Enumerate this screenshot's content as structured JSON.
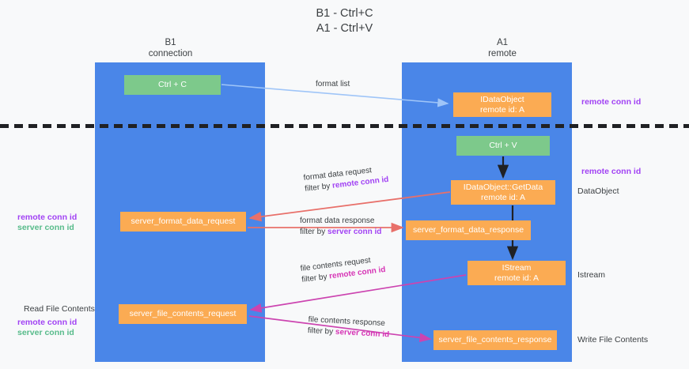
{
  "title": {
    "line1": "B1 - Ctrl+C",
    "line2": "A1 - Ctrl+V"
  },
  "columns": [
    {
      "name": "b1",
      "line1": "B1",
      "line2": "connection"
    },
    {
      "name": "a1",
      "line1": "A1",
      "line2": "remote"
    }
  ],
  "nodes": {
    "ctrl_c": {
      "line1": "Ctrl + C",
      "line2": ""
    },
    "ctrl_v": {
      "line1": "Ctrl + V",
      "line2": ""
    },
    "idataobject": {
      "line1": "IDataObject",
      "line2": "remote id: A"
    },
    "getdata": {
      "line1": "IDataObject::GetData",
      "line2": "remote id: A"
    },
    "istream": {
      "line1": "IStream",
      "line2": "remote id: A"
    },
    "server_format_data_request": {
      "line1": "server_format_data_request",
      "line2": ""
    },
    "server_format_data_response": {
      "line1": "server_format_data_response",
      "line2": ""
    },
    "server_file_contents_request": {
      "line1": "server_file_contents_request",
      "line2": ""
    },
    "server_file_contents_response": {
      "line1": "server_file_contents_response",
      "line2": ""
    }
  },
  "edge_labels": {
    "format_list": "format list",
    "format_data_request": "format data request",
    "format_data_request_filter_prefix": "filter by ",
    "format_data_request_filter_key": "remote conn id",
    "format_data_response": "format data response",
    "format_data_response_filter_prefix": "filter by ",
    "format_data_response_filter_key": "server conn id",
    "file_contents_request": "file contents request",
    "file_contents_request_filter_prefix": "filter by ",
    "file_contents_request_filter_key": "remote conn id",
    "file_contents_response": "file contents response",
    "file_contents_response_filter_prefix": "filter by ",
    "file_contents_response_filter_key": "server conn id"
  },
  "annotations": {
    "remote_conn_id_top": "remote conn id",
    "remote_conn_id_mid": "remote conn id",
    "dataobject": "DataObject",
    "istream": "Istream",
    "write_file_contents": "Write File Contents",
    "read_file_contents": "Read File Contents",
    "left_remote_conn_id_mid": "remote conn id",
    "left_server_conn_id_mid": "server conn id",
    "left_remote_conn_id_bottom": "remote conn id",
    "left_server_conn_id_bottom": "server conn id"
  },
  "colors": {
    "lane": "#4a86e8",
    "node_green": "#7dc98b",
    "node_orange": "#fbab53",
    "accent_purple": "#a142f4",
    "accent_green": "#57bb8a",
    "arrow_blue": "#9fc5f8",
    "arrow_red": "#e8706a",
    "arrow_magenta": "#cc44b0",
    "arrow_black": "#202124",
    "background": "#f8f9fa"
  }
}
